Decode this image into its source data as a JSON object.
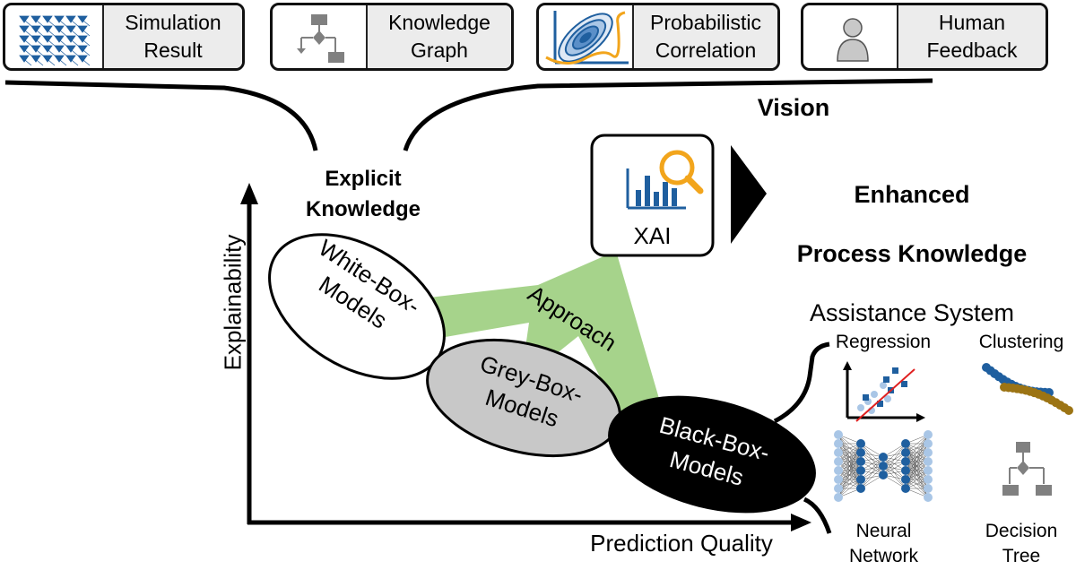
{
  "sources": [
    {
      "label": "Simulation\nResult",
      "icon": "simulation-mesh-icon"
    },
    {
      "label": "Knowledge\nGraph",
      "icon": "flowchart-icon"
    },
    {
      "label": "Probabilistic\nCorrelation",
      "icon": "probability-contour-icon"
    },
    {
      "label": "Human\nFeedback",
      "icon": "person-icon"
    }
  ],
  "vision": "Vision",
  "explicit_knowledge": "Explicit\nKnowledge",
  "xai": {
    "label": "XAI",
    "icon": "analytics-magnifier-icon"
  },
  "enhanced": {
    "line1": "Enhanced",
    "line2": "Process Knowledge",
    "line3": "Assistance System"
  },
  "axes": {
    "y": "Explainability",
    "x": "Prediction Quality"
  },
  "models": {
    "white": "White-Box-\nModels",
    "grey": "Grey-Box-\nModels",
    "black": "Black-Box-\nModels"
  },
  "approach": "Approach",
  "methods": {
    "regression": "Regression",
    "clustering": "Clustering",
    "neural": "Neural\nNetwork",
    "tree": "Decision\nTree"
  },
  "colors": {
    "green": "#a6d38b",
    "blue": "#1f5f9f",
    "lightblue": "#a9c6e6",
    "brown": "#9c7414",
    "grey": "#c8c8c8",
    "iconGrey": "#808080"
  }
}
